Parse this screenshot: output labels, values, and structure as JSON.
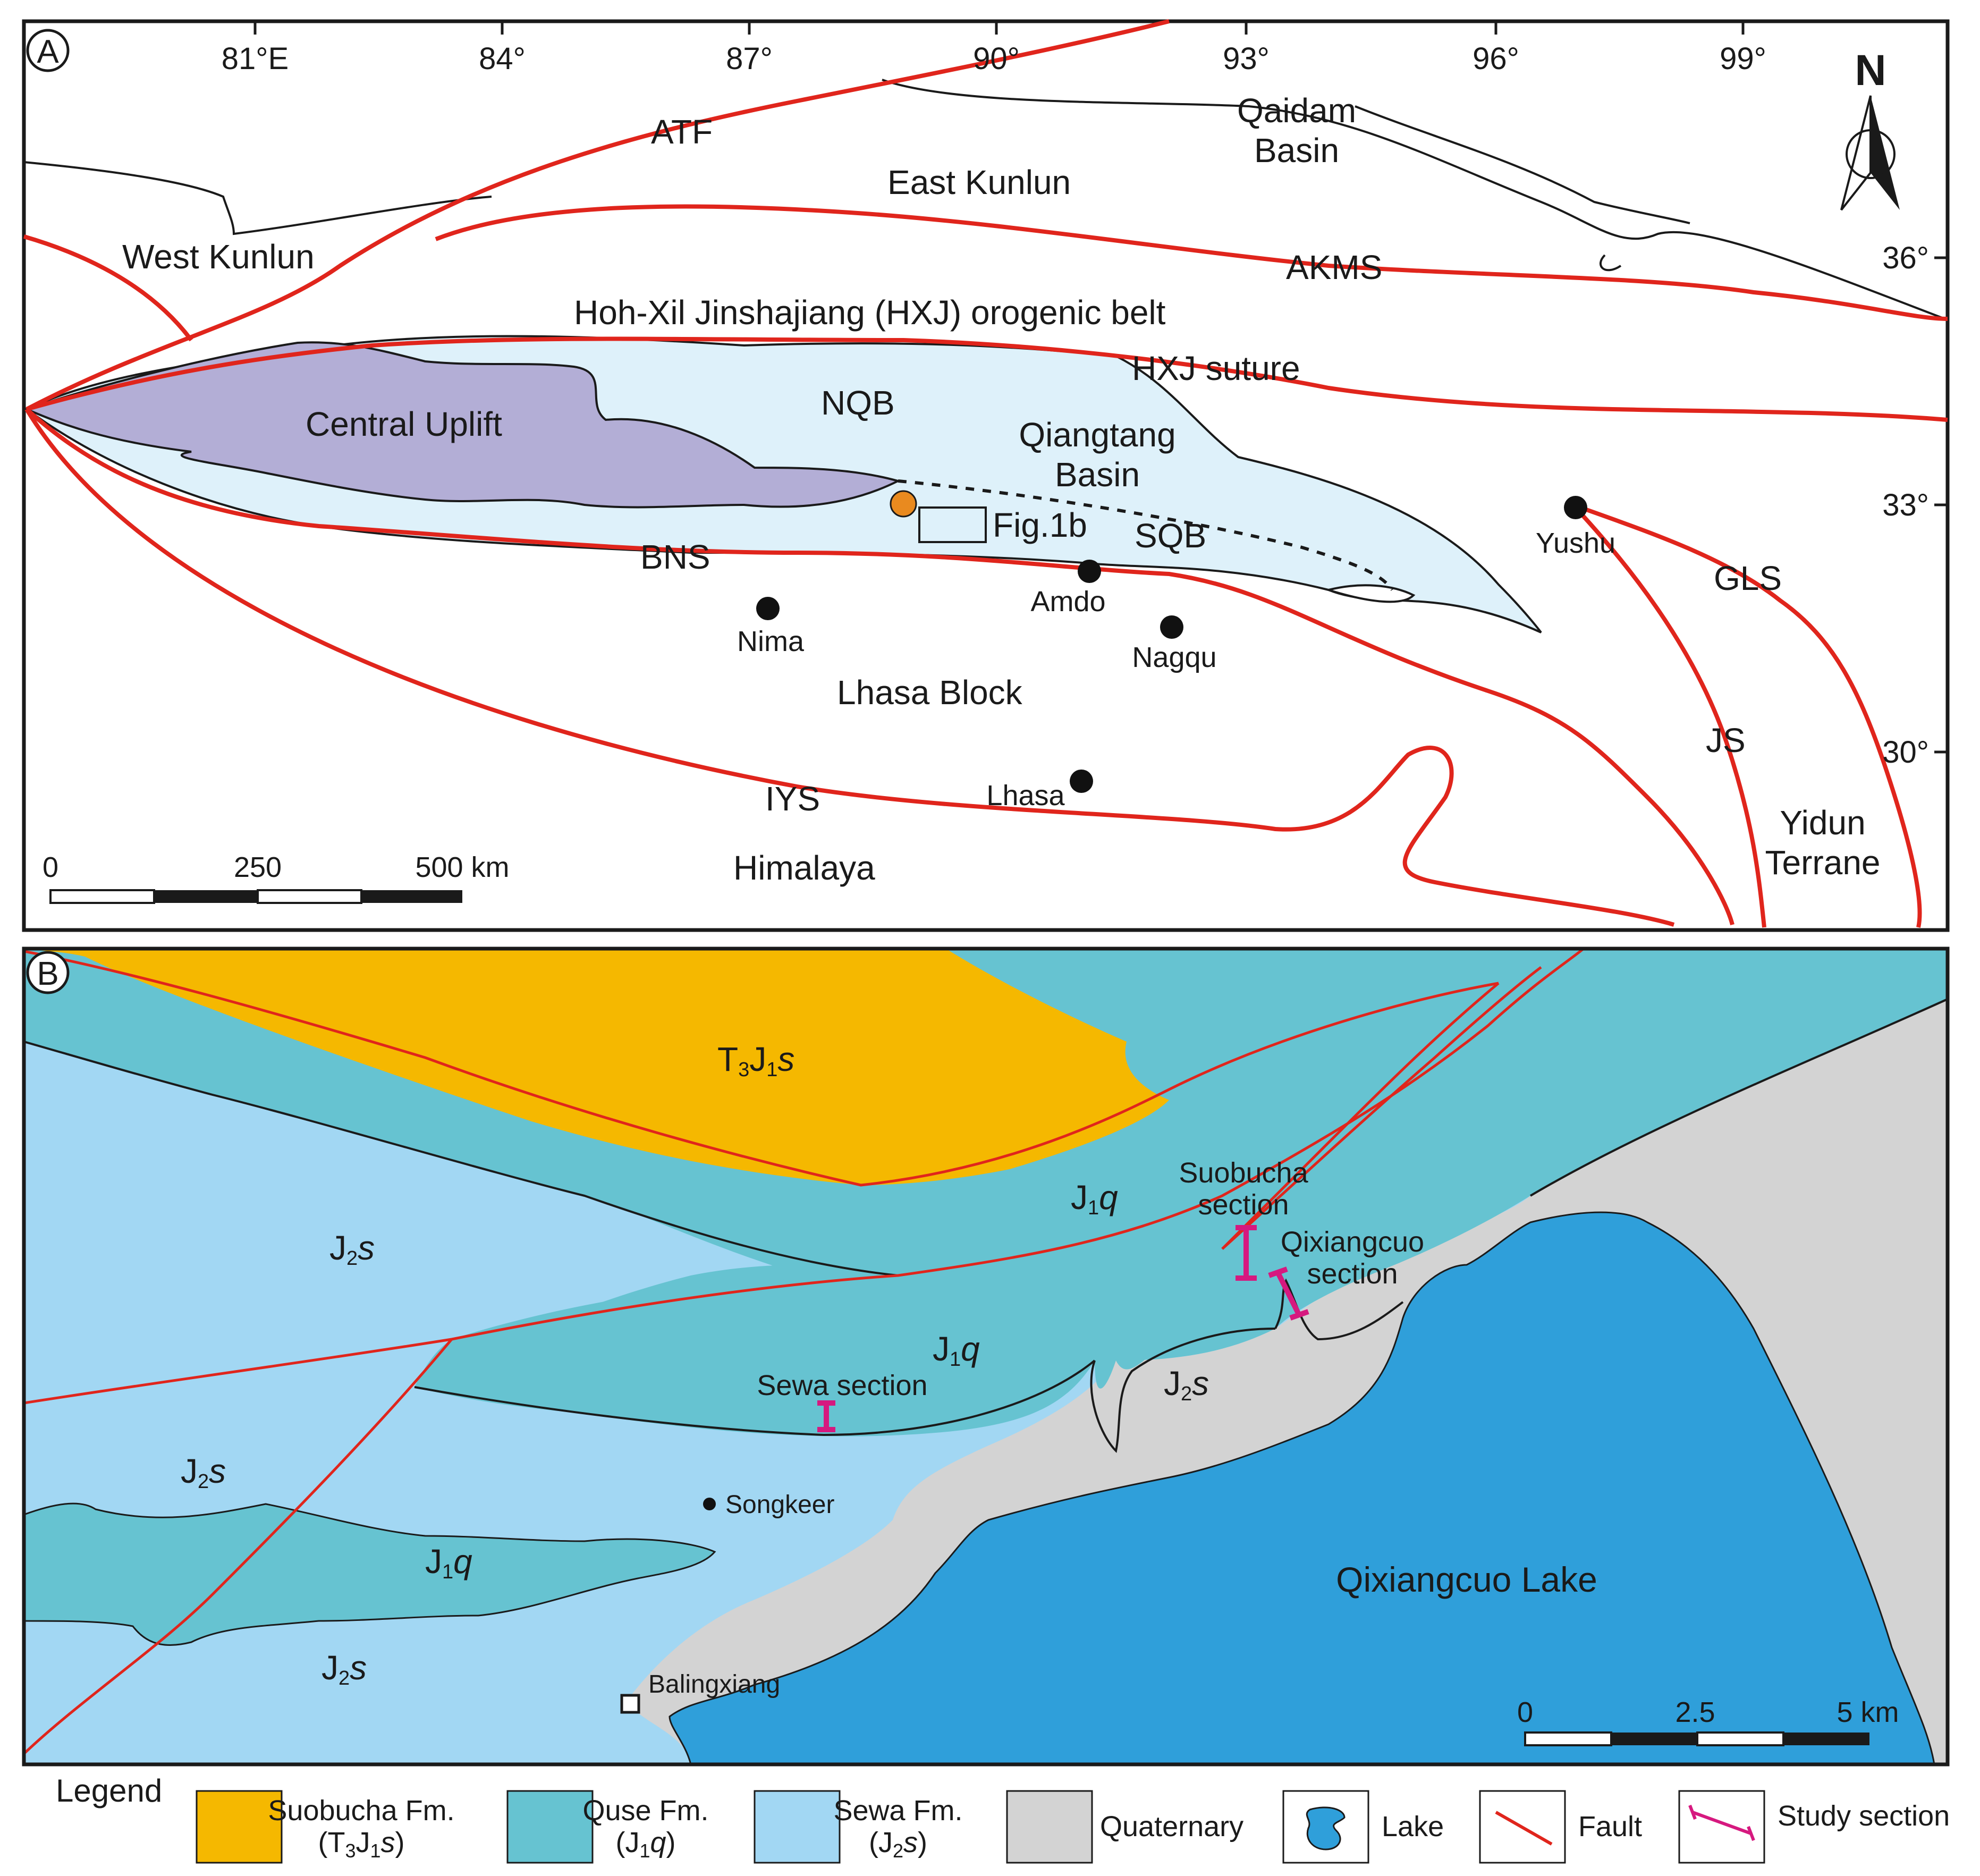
{
  "panel_a": {
    "badge": "A",
    "north": "N",
    "lon_ticks": [
      "81°E",
      "84°",
      "87°",
      "90°",
      "93°",
      "96°",
      "99°"
    ],
    "lat_ticks": [
      "36°",
      "33°",
      "30°"
    ],
    "regions": {
      "west_kunlun": "West Kunlun",
      "east_kunlun": "East Kunlun",
      "qaidam_1": "Qaidam",
      "qaidam_2": "Basin",
      "hxj_belt": "Hoh-Xil Jinshajiang (HXJ) orogenic belt",
      "central_uplift": "Central Uplift",
      "nqb": "NQB",
      "qiangtang_1": "Qiangtang",
      "qiangtang_2": "Basin",
      "sqb": "SQB",
      "lhasa_block": "Lhasa Block",
      "himalaya": "Himalaya",
      "yidun_1": "Yidun",
      "yidun_2": "Terrane",
      "fig1b": "Fig.1b"
    },
    "sutures": {
      "atf": "ATF",
      "akms": "AKMS",
      "hxj": "HXJ suture",
      "bns": "BNS",
      "iys": "IYS",
      "gls": "GLS",
      "js": "JS"
    },
    "cities": [
      "Yushu",
      "Amdo",
      "Nima",
      "Nagqu",
      "Lhasa"
    ],
    "scale": {
      "labels": [
        "0",
        "250",
        "500 km"
      ]
    }
  },
  "panel_b": {
    "badge": "B",
    "units": {
      "t3j1s_main": "T",
      "t3j1s_sub1": "3",
      "t3j1s_mid": "J",
      "t3j1s_sub2": "1",
      "t3j1s_ital": "s",
      "j1q_main": "J",
      "j1q_sub": "1",
      "j1q_ital": "q",
      "j2s_main": "J",
      "j2s_sub": "2",
      "j2s_ital": "s"
    },
    "sections": {
      "suobucha_1": "Suobucha",
      "suobucha_2": "section",
      "qixiangcuo_1": "Qixiangcuo",
      "qixiangcuo_2": "section",
      "sewa": "Sewa section"
    },
    "places": {
      "songkeer": "Songkeer",
      "balingxiang": "Balingxiang",
      "lake": "Qixiangcuo Lake"
    },
    "scale": {
      "labels": [
        "0",
        "2.5",
        "5 km"
      ]
    }
  },
  "legend": {
    "title": "Legend",
    "items": {
      "suobucha_name": "Suobucha Fm.",
      "quse_name": "Quse Fm.",
      "sewa_name": "Sewa Fm.",
      "quaternary": "Quaternary",
      "lake": "Lake",
      "fault": "Fault",
      "study_section": "Study section"
    },
    "codes": {
      "suobucha": {
        "open": "(T",
        "s1": "3",
        "mid": "J",
        "s2": "1",
        "ital": "s",
        "close": ")"
      },
      "quse": {
        "open": "(J",
        "s1": "1",
        "ital": "q",
        "close": ")"
      },
      "sewa": {
        "open": "(J",
        "s1": "2",
        "ital": "s",
        "close": ")"
      }
    }
  },
  "colors": {
    "fault": "#e0251c",
    "suobucha": "#f5b800",
    "quse": "#66c3d1",
    "sewa": "#a2d7f3",
    "quaternary": "#d3d3d3",
    "lake": "#2f9fda",
    "central_uplift": "#b3aed6",
    "qiangtang": "#def1fa",
    "section_marker": "#d6197f",
    "city_dot": "#111111",
    "fig_point": "#e98a1f"
  }
}
